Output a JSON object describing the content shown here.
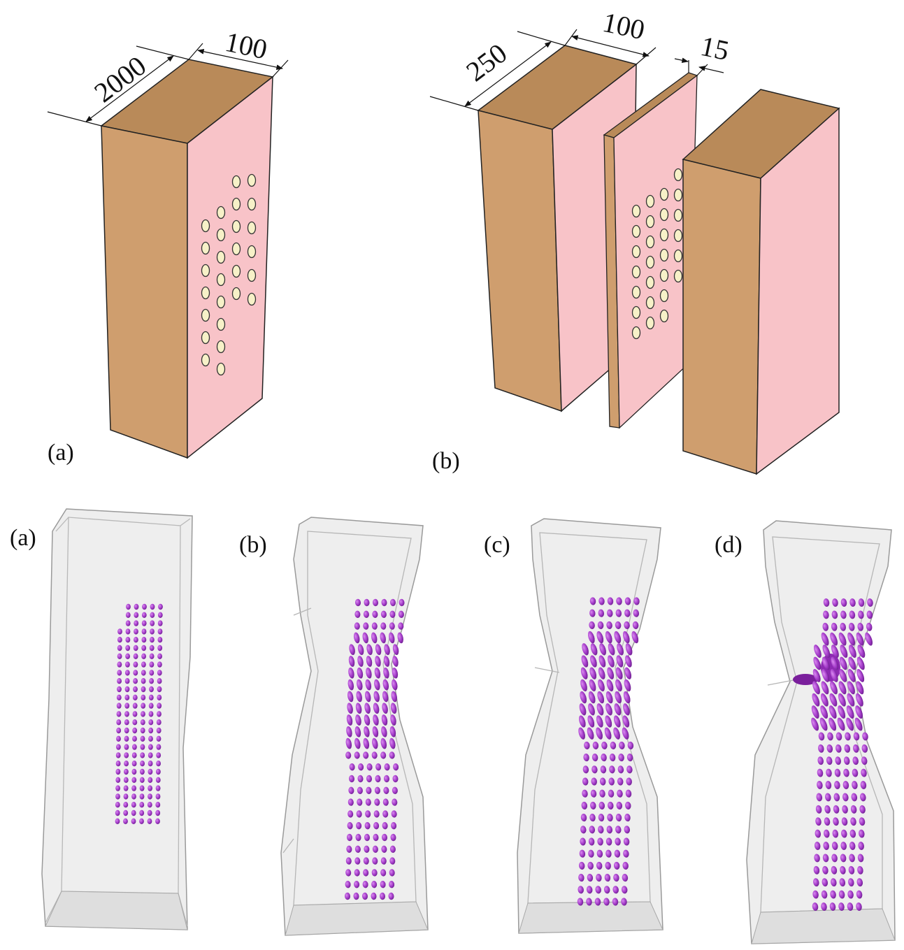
{
  "top_figure": {
    "panel_a": {
      "label": "(a)",
      "dimensions": {
        "length": "2000",
        "width": "100"
      }
    },
    "panel_b": {
      "label": "(b)",
      "dimensions": {
        "length": "250",
        "width": "100",
        "thickness": "15"
      }
    }
  },
  "bottom_figure": {
    "panels": [
      {
        "label": "(a)"
      },
      {
        "label": "(b)"
      },
      {
        "label": "(c)"
      },
      {
        "label": "(d)"
      }
    ]
  },
  "colors": {
    "block_side": "#cf9e6e",
    "block_top": "#b98a59",
    "block_face": "#f8c3c8",
    "hole_fill": "#f7f1c8",
    "particles": "#a43cc9",
    "specimen_shell": "#e6e6e6"
  }
}
